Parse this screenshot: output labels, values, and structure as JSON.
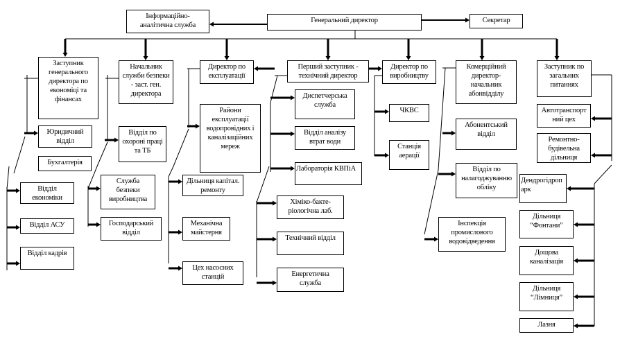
{
  "chart_title": "",
  "nodes": {
    "info": "Інформаційно-\nаналітична служба",
    "gd": "Генеральний директор",
    "sec": "Секретар",
    "econ": "Заступник\nгенерального\nдиректора по\nекономіці та\nфінансах",
    "security_head": "Начальник\nслужби безпеки\n- заст. ген.\nдиректора",
    "expl": "Директор по\nексплуатації",
    "first": "Перший заступник -\nтехнічний директор",
    "prod": "Директор по\nвиробництву",
    "comm": "Комерційний\nдиректор-\nначальник\nабонвідділу",
    "general": "Заступник по\nзагальних\nпитаннях",
    "legal": "Юридичний\nвідділ",
    "accounting": "Бухгалтерія",
    "economics": "Відділ\nекономіки",
    "asu": "Відділ АСУ",
    "hr": "Відділ кадрів",
    "labor": "Відділ по\nохороні праці\nта ТБ",
    "prod_safety": "Служба\nбезпеки\nвиробництва",
    "household": "Господарський\nвідділ",
    "districts": "Райони\nексплуатації\nводопровідних і\nканалізаційних\nмереж",
    "capital": "Дільниця капітал.\nремонту",
    "mech": "Механічна\nмайстерня",
    "pumps": "Цех насосних\nстанцій",
    "dispatch": "Диспетчерська\nслужба",
    "loss": "Відділ аналізу\nвтрат води",
    "lab": "Лабораторія КВПіА",
    "chem": "Хіміко-бакте-\nріологічна лаб.",
    "tech": "Технічний відділ",
    "energy": "Енергетична\nслужба",
    "chkvs": "ЧКВС",
    "aeration": "Станція\nаерації",
    "subscribers": "Абонентський\nвідділ",
    "metering": "Відділ по\nналагоджуванню\nобліку",
    "inspection": "Інспекція\nпромислового\nводовідведення",
    "auto": "Автотранспорт\nний цех",
    "repair": "Ремонтно-\nбудівельна\nдільниця",
    "dendro": "Дендрогідроп\nарк",
    "fountains": "Дільниця\n“Фонтани”",
    "rain": "Дощова\nканалізація",
    "limnytsia": "Дільниця\n“Лімниця”",
    "bath": "Лазня"
  }
}
